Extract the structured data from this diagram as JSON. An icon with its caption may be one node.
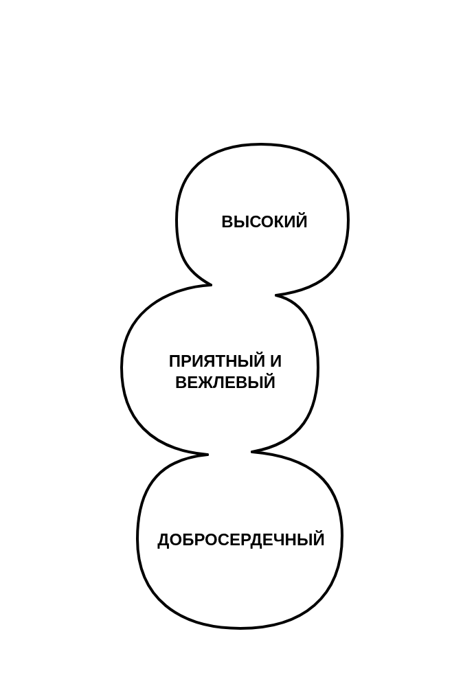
{
  "diagram": {
    "nodes": [
      {
        "text": [
          "ВЫСОКИЙ"
        ]
      },
      {
        "text": [
          "ПРИЯТНЫЙ И ВЕЖЛЕВЫЙ"
        ]
      },
      {
        "text": [
          "ДОБРОСЕРДЕЧНЫЙ"
        ]
      }
    ]
  }
}
